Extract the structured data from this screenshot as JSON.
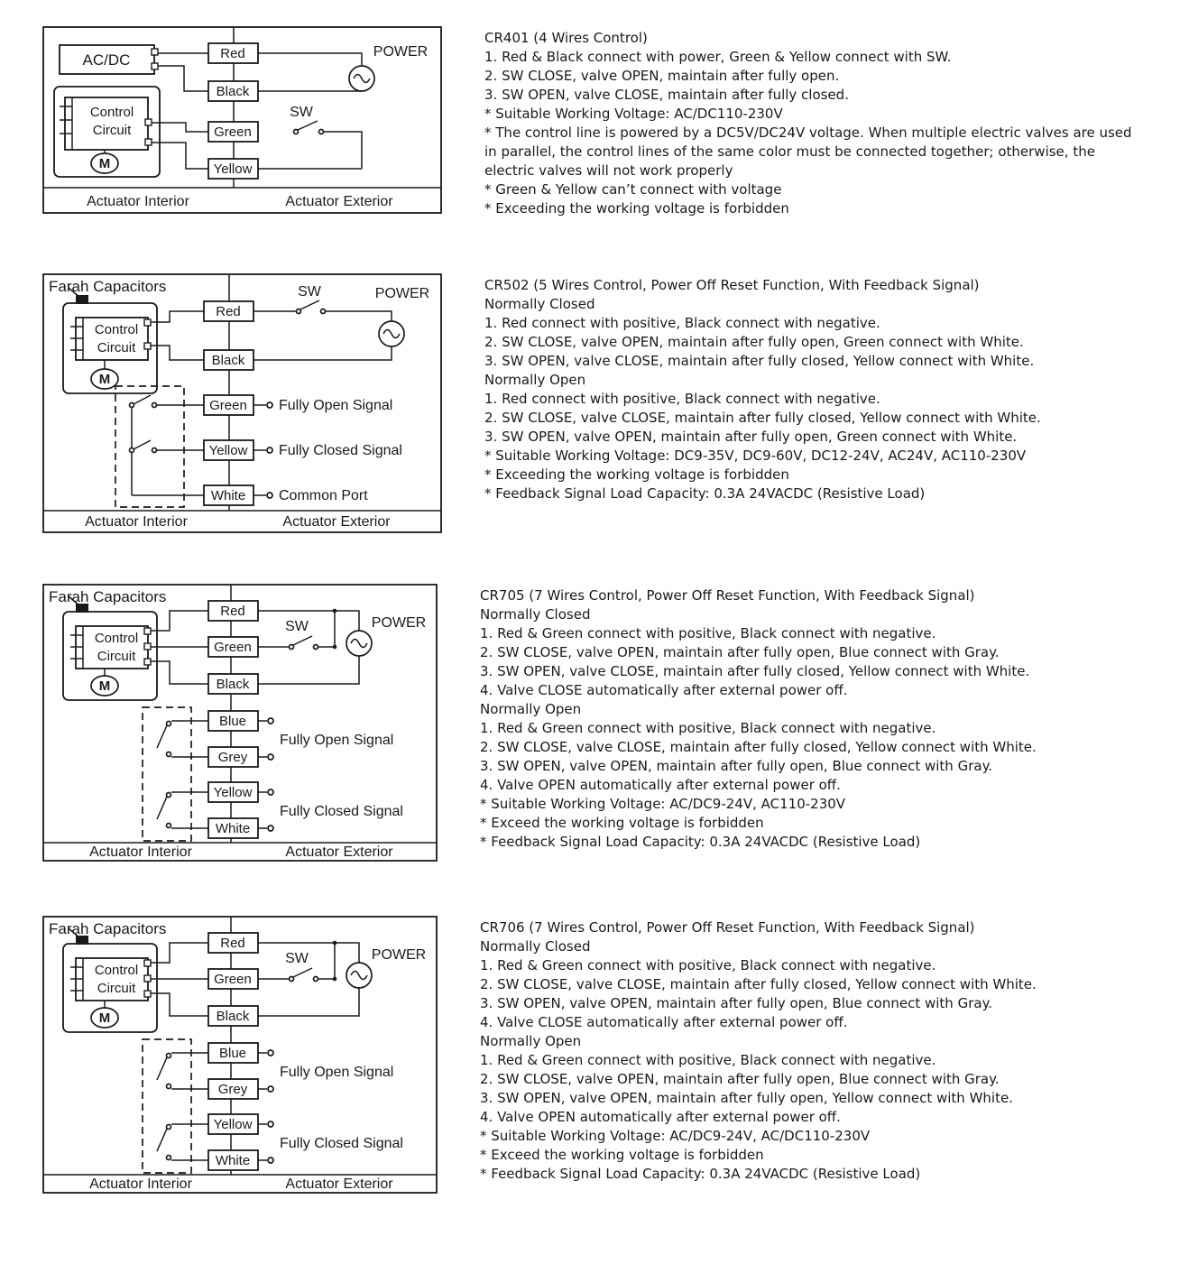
{
  "page": {
    "background": "#ffffff",
    "ink": "#1a1a1a"
  },
  "sections": [
    {
      "model": "CR401",
      "title": "CR401 (4 Wires Control)",
      "lines": [
        "1. Red & Black connect with power, Green & Yellow connect with SW.",
        "2. SW CLOSE, valve OPEN, maintain after fully open.",
        "3. SW OPEN, valve CLOSE, maintain after fully closed.",
        "* Suitable Working Voltage: AC/DC110-230V",
        "* The control line is powered by a DC5V/DC24V voltage. When multiple electric valves are used in parallel, the control lines of the same color must be connected together; otherwise, the electric valves will not work properly",
        "* Green & Yellow can’t connect with voltage",
        "* Exceeding the working voltage is forbidden"
      ],
      "diagram": {
        "source_label": "AC/DC",
        "control_line1": "Control",
        "control_line2": "Circuit",
        "motor_label": "M",
        "sw_label": "SW",
        "power_label": "POWER",
        "wires": [
          "Red",
          "Black",
          "Green",
          "Yellow"
        ],
        "interior_label": "Actuator Interior",
        "exterior_label": "Actuator Exterior"
      }
    },
    {
      "model": "CR502",
      "title": "CR502 (5 Wires Control, Power Off Reset Function, With Feedback Signal)",
      "lines": [
        "Normally Closed",
        "1. Red connect with positive, Black connect with negative.",
        "2. SW CLOSE, valve OPEN, maintain after fully open, Green connect with White.",
        "3. SW OPEN, valve CLOSE, maintain after fully closed, Yellow connect with White.",
        "Normally Open",
        "1. Red connect with positive, Black connect with negative.",
        "2. SW CLOSE, valve CLOSE, maintain after fully closed, Yellow connect with White.",
        "3. SW OPEN, valve OPEN, maintain after fully open, Green connect with White.",
        "* Suitable Working Voltage: DC9-35V, DC9-60V, DC12-24V, AC24V, AC110-230V",
        "* Exceeding the working voltage is forbidden",
        "* Feedback Signal Load Capacity: 0.3A 24VACDC (Resistive Load)"
      ],
      "diagram": {
        "header_label": "Farah Capacitors",
        "control_line1": "Control",
        "control_line2": "Circuit",
        "motor_label": "M",
        "sw_label": "SW",
        "power_label": "POWER",
        "wires": [
          "Red",
          "Black",
          "Green",
          "Yellow",
          "White"
        ],
        "signals": [
          "Fully Open Signal",
          "Fully Closed Signal",
          "Common Port"
        ],
        "interior_label": "Actuator Interior",
        "exterior_label": "Actuator Exterior"
      }
    },
    {
      "model": "CR705",
      "title": "CR705 (7 Wires Control, Power Off Reset Function, With Feedback Signal)",
      "lines": [
        "Normally Closed",
        "1. Red & Green connect with positive, Black connect with negative.",
        "2. SW CLOSE, valve OPEN, maintain after fully open, Blue connect with Gray.",
        "3. SW OPEN, valve CLOSE, maintain after fully closed, Yellow connect with White.",
        "4. Valve CLOSE automatically after external power off.",
        "Normally Open",
        "1. Red & Green connect with positive, Black connect with negative.",
        "2. SW CLOSE, valve CLOSE, maintain after fully closed, Yellow connect with White.",
        "3. SW OPEN, valve OPEN, maintain after fully open, Blue connect with Gray.",
        "4. Valve OPEN automatically after external power off.",
        "* Suitable Working Voltage: AC/DC9-24V, AC110-230V",
        "* Exceed the working voltage is forbidden",
        "* Feedback Signal Load Capacity: 0.3A 24VACDC (Resistive Load)"
      ],
      "diagram": {
        "header_label": "Farah Capacitors",
        "control_line1": "Control",
        "control_line2": "Circuit",
        "motor_label": "M",
        "sw_label": "SW",
        "power_label": "POWER",
        "wires": [
          "Red",
          "Green",
          "Black",
          "Blue",
          "Grey",
          "Yellow",
          "White"
        ],
        "signals": [
          "Fully Open Signal",
          "Fully Closed Signal"
        ],
        "interior_label": "Actuator Interior",
        "exterior_label": "Actuator Exterior"
      }
    },
    {
      "model": "CR706",
      "title": "CR706 (7 Wires Control, Power Off Reset Function, With Feedback Signal)",
      "lines": [
        "Normally Closed",
        "1. Red & Green connect with positive, Black connect with negative.",
        "2. SW CLOSE, valve CLOSE, maintain after fully closed, Yellow connect with White.",
        "3. SW OPEN, valve OPEN, maintain after fully open, Blue connect with Gray.",
        "4. Valve CLOSE automatically after external power off.",
        "Normally Open",
        "1. Red & Green connect with positive, Black connect with negative.",
        "2. SW CLOSE, valve OPEN, maintain after fully open, Blue connect with Gray.",
        "3. SW OPEN, valve OPEN, maintain after fully open, Yellow connect with White.",
        "4. Valve OPEN automatically after external power off.",
        "* Suitable Working Voltage: AC/DC9-24V, AC/DC110-230V",
        "* Exceed the working voltage is forbidden",
        "* Feedback Signal Load Capacity: 0.3A 24VACDC (Resistive Load)"
      ],
      "diagram": {
        "header_label": "Farah Capacitors",
        "control_line1": "Control",
        "control_line2": "Circuit",
        "motor_label": "M",
        "sw_label": "SW",
        "power_label": "POWER",
        "wires": [
          "Red",
          "Green",
          "Black",
          "Blue",
          "Grey",
          "Yellow",
          "White"
        ],
        "signals": [
          "Fully Open Signal",
          "Fully Closed Signal"
        ],
        "interior_label": "Actuator Interior",
        "exterior_label": "Actuator Exterior"
      }
    }
  ]
}
